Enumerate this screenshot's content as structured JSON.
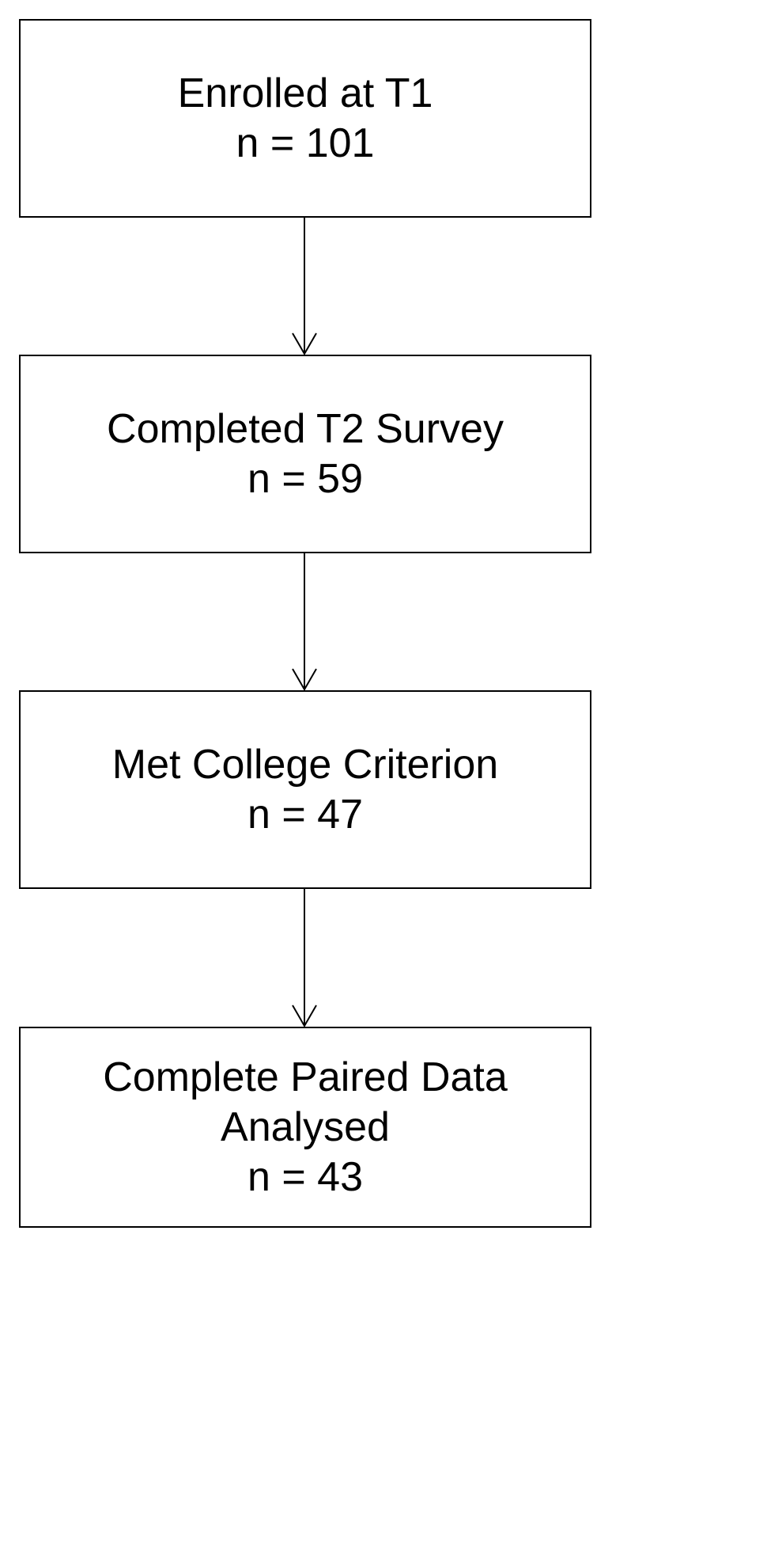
{
  "flowchart": {
    "boxes": [
      {
        "lines": [
          "Enrolled at T1",
          "n = 101"
        ]
      },
      {
        "lines": [
          "Completed T2 Survey",
          "n = 59"
        ]
      },
      {
        "lines": [
          "Met College Criterion",
          "n = 47"
        ]
      },
      {
        "lines": [
          "Complete Paired Data",
          "Analysed",
          "n = 43"
        ]
      }
    ]
  }
}
